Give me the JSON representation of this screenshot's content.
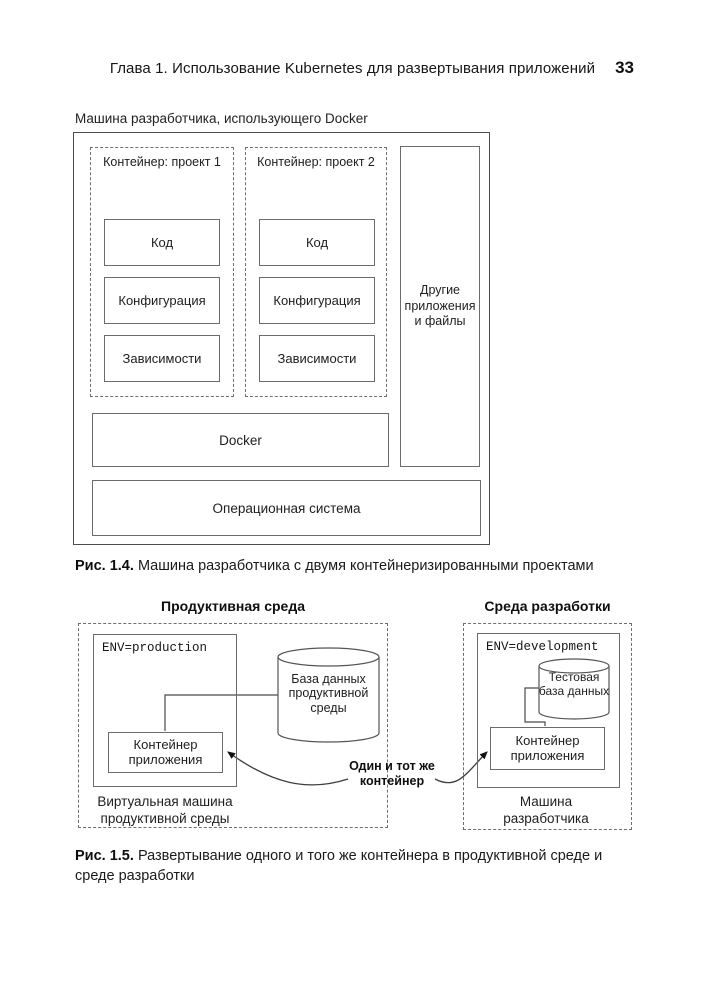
{
  "header": {
    "chapter": "Глава 1. Использование Kubernetes для развертывания приложений",
    "page_number": "33"
  },
  "fig14": {
    "machine_label": "Машина разработчика, использующего Docker",
    "container1": {
      "title": "Контейнер: проект 1",
      "boxes": [
        "Код",
        "Конфигурация",
        "Зависимости"
      ]
    },
    "container2": {
      "title": "Контейнер: проект 2",
      "boxes": [
        "Код",
        "Конфигурация",
        "Зависимости"
      ]
    },
    "other_apps": "Другие приложения и файлы",
    "docker": "Docker",
    "os": "Операционная система",
    "caption_label": "Рис. 1.4.",
    "caption_text": "Машина разработчика с двумя контейнеризированными проектами"
  },
  "fig15": {
    "prod": {
      "title": "Продуктивная среда",
      "env": "ENV=production",
      "database": "База данных продуктивной среды",
      "container": "Контейнер приложения",
      "machine": "Виртуальная машина продуктивной среды"
    },
    "dev": {
      "title": "Среда разработки",
      "env": "ENV=development",
      "database": "Тестовая база данных",
      "container": "Контейнер приложения",
      "machine": "Машина разработчика"
    },
    "same_container": "Один и тот же контейнер",
    "caption_label": "Рис. 1.5.",
    "caption_text": "Развертывание одного и того же контейнера в продуктивной среде и среде разработки"
  }
}
